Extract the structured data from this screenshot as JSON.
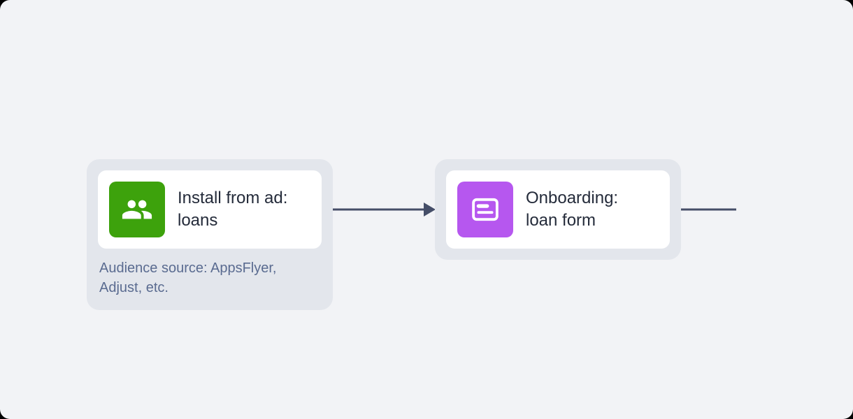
{
  "canvas": {
    "background_color": "#f2f3f6",
    "node_container_color": "#e3e6ec",
    "card_color": "#ffffff",
    "connector_color": "#454e68"
  },
  "nodes": [
    {
      "id": "install-from-ad",
      "title": "Install from ad:\nloans",
      "caption": "Audience source: AppsFlyer,\nAdjust, etc.",
      "icon": "audience-icon",
      "icon_color": "#3da20c"
    },
    {
      "id": "onboarding",
      "title": "Onboarding:\nloan form",
      "icon": "form-icon",
      "icon_color": "#b657ef"
    }
  ],
  "connectors": [
    {
      "from": "install-from-ad",
      "to": "onboarding",
      "style": "arrow"
    },
    {
      "from": "onboarding",
      "to": "offscreen-right",
      "style": "line"
    }
  ]
}
